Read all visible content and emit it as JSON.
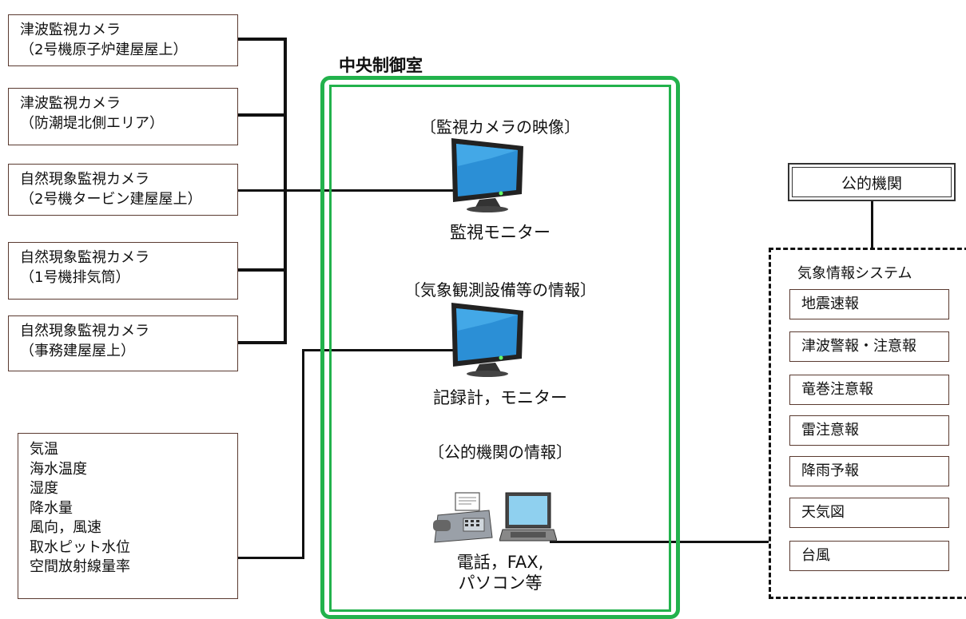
{
  "cameras": [
    {
      "line1": "津波監視カメラ",
      "line2": "（2号機原子炉建屋屋上）"
    },
    {
      "line1": "津波監視カメラ",
      "line2": "（防潮堤北側エリア）"
    },
    {
      "line1": "自然現象監視カメラ",
      "line2": "（2号機タービン建屋屋上）"
    },
    {
      "line1": "自然現象監視カメラ",
      "line2": "（1号機排気筒）"
    },
    {
      "line1": "自然現象監視カメラ",
      "line2": "（事務建屋屋上）"
    }
  ],
  "measurements": [
    "気温",
    "海水温度",
    "湿度",
    "降水量",
    "風向，風速",
    "取水ピット水位",
    "空間放射線量率"
  ],
  "control_room": {
    "title": "中央制御室",
    "section1": "〔監視カメラの映像〕",
    "monitor1": "監視モニター",
    "section2": "〔気象観測設備等の情報〕",
    "monitor2": "記録計，モニター",
    "section3": "〔公的機関の情報〕",
    "devices_line1": "電話，FAX,",
    "devices_line2": "パソコン等"
  },
  "public_org": "公的機関",
  "weather_system": {
    "title": "気象情報システム",
    "items": [
      "地震速報",
      "津波警報・注意報",
      "竜巻注意報",
      "雷注意報",
      "降雨予報",
      "天気図",
      "台風"
    ]
  },
  "colors": {
    "room_border": "#22b24c",
    "box_border": "#5a3a30",
    "monitor_screen": "#2b8fd6"
  }
}
